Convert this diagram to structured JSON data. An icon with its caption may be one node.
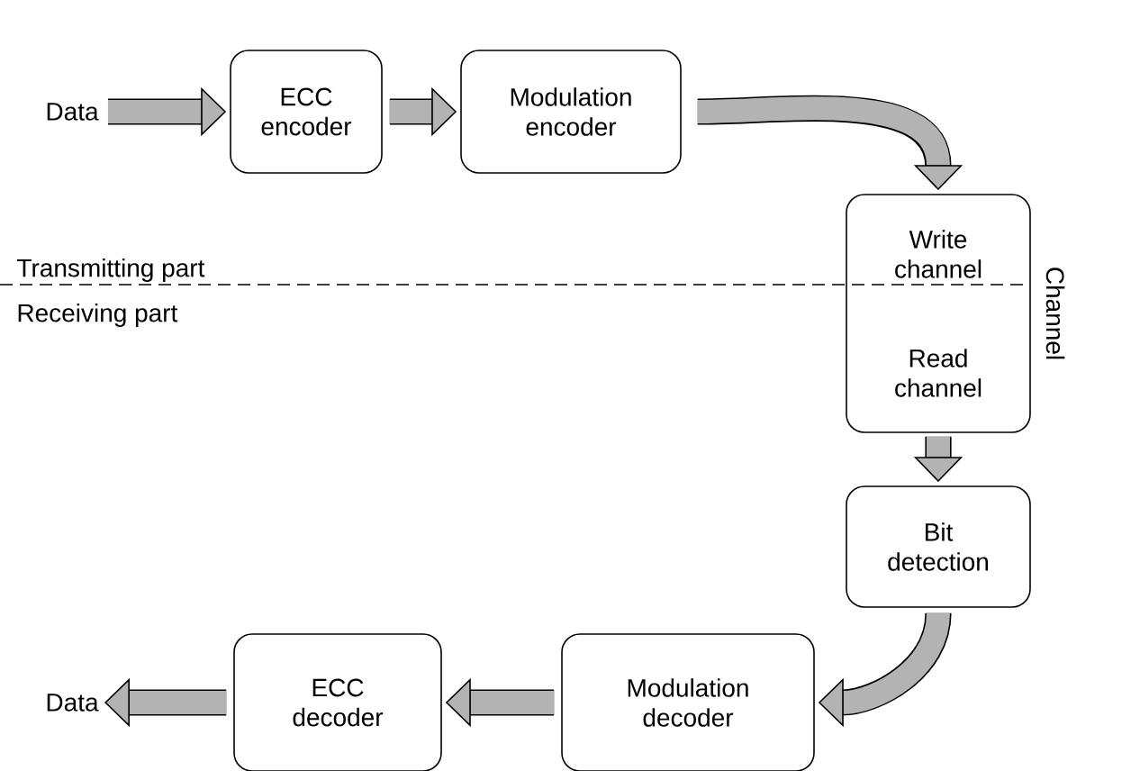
{
  "diagram": {
    "nodes": [
      {
        "text": [
          "Data"
        ]
      },
      {
        "text": [
          "ECC encoder"
        ]
      },
      {
        "text": [
          "Modulation encoder"
        ]
      },
      {
        "text": [
          "Write channel",
          "Read channel"
        ],
        "beside": [
          "Channel"
        ]
      },
      {
        "text": [
          "Bit detection"
        ]
      },
      {
        "text": [
          "Modulation decoder"
        ]
      },
      {
        "text": [
          "ECC decoder"
        ]
      },
      {
        "text": [
          "Data"
        ]
      }
    ],
    "edges": [
      {
        "from": 0,
        "to": 1,
        "arrow": "to"
      },
      {
        "from": 1,
        "to": 2,
        "arrow": "to"
      },
      {
        "from": 2,
        "to": 3,
        "arrow": "to"
      },
      {
        "from": 3,
        "to": 4,
        "arrow": "to"
      },
      {
        "from": 4,
        "to": 5,
        "arrow": "to"
      },
      {
        "from": 5,
        "to": 6,
        "arrow": "to"
      },
      {
        "from": 6,
        "to": 7,
        "arrow": "to"
      }
    ],
    "labels": [
      "Transmitting part",
      "Receiving part"
    ]
  }
}
